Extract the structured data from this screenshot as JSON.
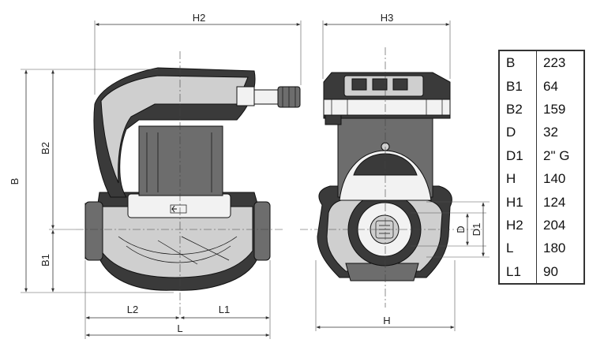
{
  "dimension_labels": {
    "h2": "H2",
    "h3": "H3",
    "b": "B",
    "b1": "B1",
    "b2": "B2",
    "l": "L",
    "l1": "L1",
    "l2": "L2",
    "h": "H",
    "d": "D",
    "d1": "D1"
  },
  "dimension_table": [
    {
      "key": "B",
      "value": "223"
    },
    {
      "key": "B1",
      "value": "64"
    },
    {
      "key": "B2",
      "value": "159"
    },
    {
      "key": "D",
      "value": "32"
    },
    {
      "key": "D1",
      "value": "2\" G"
    },
    {
      "key": "H",
      "value": "140"
    },
    {
      "key": "H1",
      "value": "124"
    },
    {
      "key": "H2",
      "value": "204"
    },
    {
      "key": "L",
      "value": "180"
    },
    {
      "key": "L1",
      "value": "90"
    }
  ]
}
